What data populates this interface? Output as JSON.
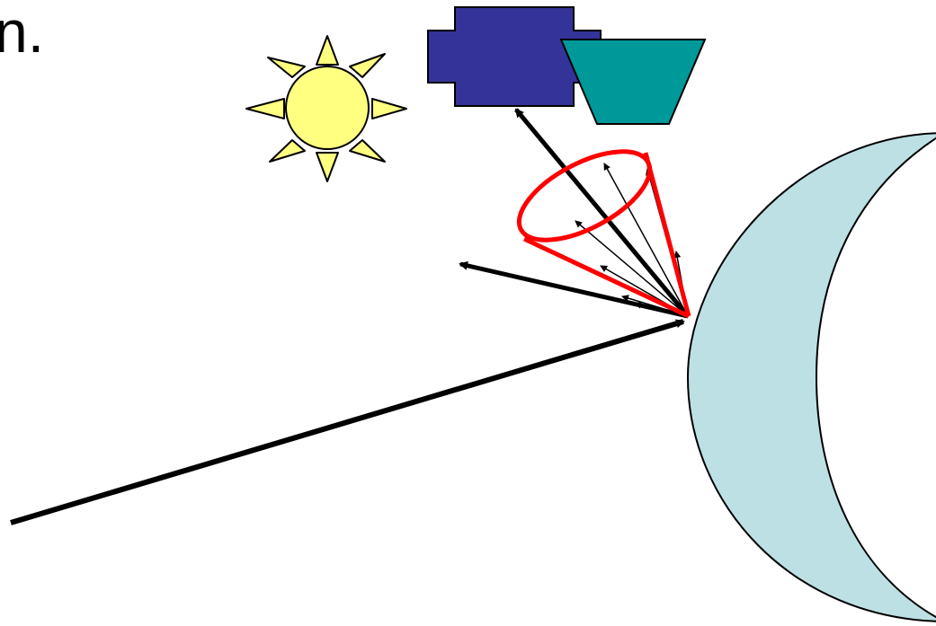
{
  "title": {
    "text": "n."
  },
  "objects": {
    "sun": {
      "icon": "sun-icon",
      "fill": "#ffff80",
      "stroke": "#000000"
    },
    "lamp_body": {
      "shape": "blue-block",
      "fill": "#333399"
    },
    "lamp_shade": {
      "shape": "trapezoid",
      "fill": "#009999"
    },
    "moon": {
      "icon": "crescent-moon-icon",
      "fill": "#bde0e4",
      "stroke": "#000000"
    },
    "cone": {
      "stroke": "#ff0000"
    },
    "rays": {
      "color": "#000000"
    }
  }
}
